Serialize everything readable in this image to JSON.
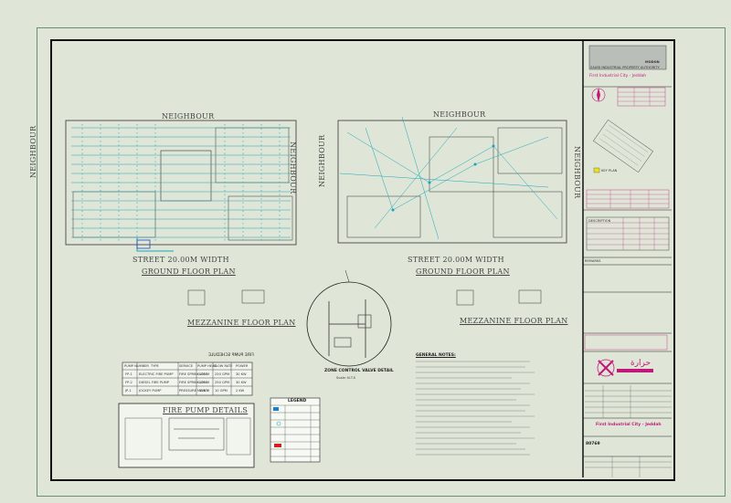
{
  "drawing": {
    "neighbour_top_left": "NEIGHBOUR",
    "neighbour_top_right": "NEIGHBOUR",
    "neighbour_side_left": "NEIGHBOUR",
    "neighbour_side_mid": "NEIGHBOUR",
    "neighbour_side_mid2": "NEIGHBOUR",
    "neighbour_side_right": "NEIGHBOUR",
    "street_left": "STREET 20.00M   WIDTH",
    "street_right": "STREET 20.00M   WIDTH",
    "ground_plan_left": "GROUND FLOOR PLAN",
    "ground_plan_right": "GROUND FLOOR PLAN",
    "mezzanine_left": "MEZZANINE FLOOR PLAN",
    "mezzanine_right": "MEZZANINE FLOOR PLAN",
    "zone_valve_detail": "ZONE CONTROL VALVE DETAIL",
    "zone_valve_scale": "Scale: N.T.S",
    "pump_table_title": "FIRE PUMP SCHEDULE",
    "fire_pump_details": "FIRE PUMP DETAILS",
    "legend_title": "LEGEND",
    "general_notes_title": "GENERAL NOTES:",
    "pump_table_headers": [
      "PUMP NUMBER",
      "TYPE",
      "SERVICE",
      "PUMP HEAD",
      "FLOW RATE",
      "POWER"
    ],
    "pump_table_rows": [
      [
        "FP-1",
        "ELECTRIC FIRE PUMP",
        "FIRE SPRINKLERS",
        "100 M",
        "250 GPM",
        "30 KW"
      ],
      [
        "FP-2",
        "DIESEL FIRE PUMP",
        "FIRE SPRINKLERS",
        "100 M",
        "250 GPM",
        "30 KW"
      ],
      [
        "JP-1",
        "JOCKEY PUMP",
        "PRESSURE MAINT.",
        "110 M",
        "10 GPM",
        "2 KW"
      ]
    ]
  },
  "title_block": {
    "authority": "SAUDI INDUSTRIAL PROPERTY AUTHORITY",
    "modon": "MODON",
    "city": "First Industrial City - Jeddah",
    "key_plan": "KEY PLAN",
    "design_description": "DESCRIPTION",
    "remarks": "REMARKS",
    "project_name": "First Industrial City - Jeddah",
    "drawing_no": "80769"
  },
  "colors": {
    "background": "#dfe6d8",
    "sprinkler": "#1aa6b8",
    "accent": "#c2187a",
    "line": "#1e1e1e"
  }
}
